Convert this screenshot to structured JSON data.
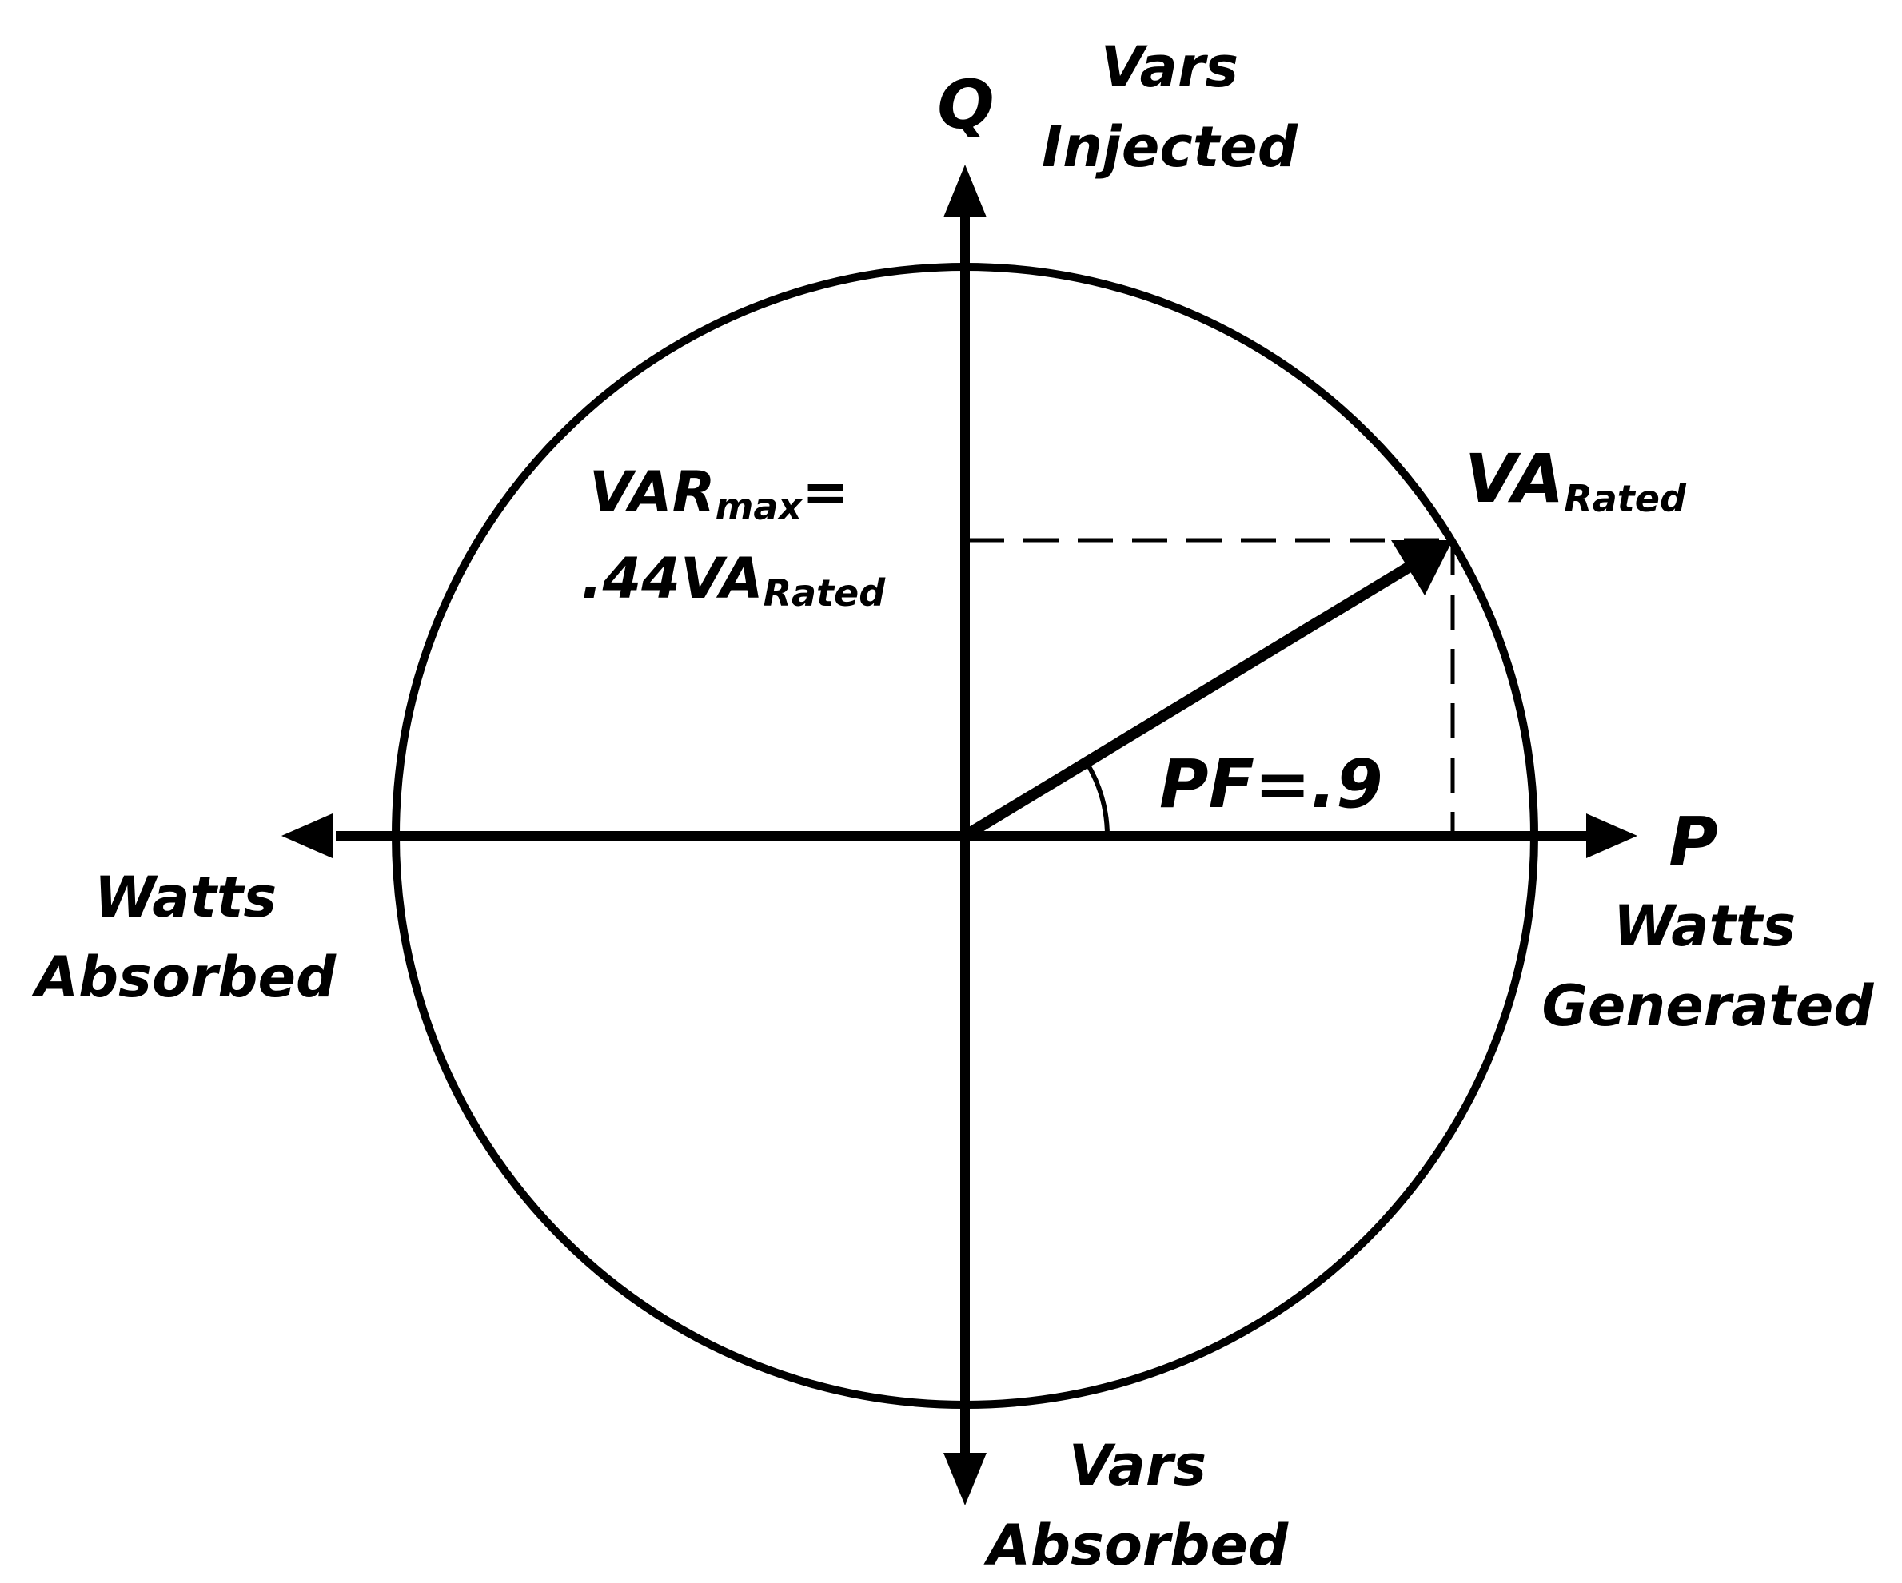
{
  "colors": {
    "stroke": "#000000",
    "background": "#ffffff"
  },
  "axes": {
    "vertical": {
      "symbol": "Q",
      "top_caption": [
        "Vars",
        "Injected"
      ],
      "bottom_caption": [
        "Vars",
        "Absorbed"
      ]
    },
    "horizontal": {
      "symbol": "P",
      "right_caption": [
        "Watts",
        "Generated"
      ],
      "left_caption": [
        "Watts",
        "Absorbed"
      ]
    }
  },
  "vector": {
    "main": "VA",
    "sub": "Rated"
  },
  "var_max": {
    "line1_main": "VAR",
    "line1_sub": "max",
    "line1_tail": "=",
    "line2_main": ".44VA",
    "line2_sub": "Rated"
  },
  "power_factor": {
    "label": "PF=.9",
    "value": 0.9
  }
}
